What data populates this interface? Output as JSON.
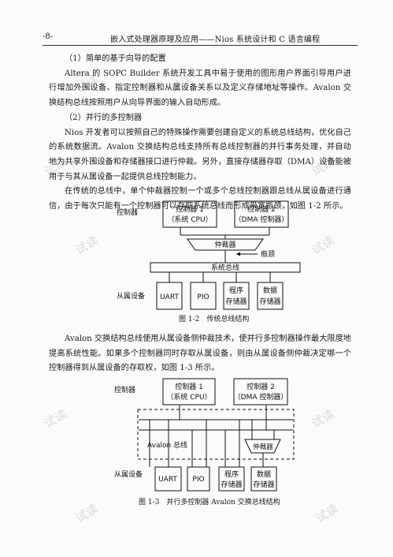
{
  "header": {
    "page_number": "-8-",
    "running_title": "嵌入式处理器原理及应用——Nios 系统设计和 C 语言编程"
  },
  "section1": {
    "paragraphs": [
      "（1）简单的基于向导的配置",
      "Altera 的 SOPC Builder 系统开发工具中易于使用的图形用户界面引导用户进行增加外围设备、指定控制器和从属设备关系以及定义存储地址等操作。Avalon 交换结构总线按照用户从向导界面的输入自动形成。",
      "（2）并行的多控制器",
      "Nios 开发者可以按照自己的特殊操作需要创建自定义的系统总线结构，优化自己的系统数据流。Avalon 交换结构总线支持所有总线控制器的并行事务处理，并自动地为共享外围设备和存储器接口进行仲裁。另外，直接存储器存取（DMA）设备能被用于与其从属设备一起提供总线控制能力。",
      "在传统的总线中，单个仲裁器控制一个或多个总线控制器跟总线从属设备进行通信，由于每次只能有一个控制器可以存取系统总线而形成带宽瓶颈，如图 1-2 所示。"
    ]
  },
  "figure1": {
    "label_controllers": "控制器",
    "ctrl1_line1": "控制器 1",
    "ctrl1_line2": "（系统 CPU）",
    "ctrl2_line1": "控制器 2",
    "ctrl2_line2": "（DMA 控制器）",
    "arbiter": "仲裁器",
    "bottleneck": "瓶颈",
    "system_bus": "系统总线",
    "label_slaves": "从属设备",
    "slave_uart": "UART",
    "slave_pio": "PIO",
    "slave_prog1": "程序",
    "slave_prog2": "存储器",
    "slave_data1": "数据",
    "slave_data2": "存储器",
    "caption": "图 1-2　传统总线结构"
  },
  "section2": {
    "paragraphs": [
      "Avalon 交换结构总线使用从属设备侧仲裁技术，使并行多控制器操作最大限度地提高系统性能。如果多个控制器同时存取从属设备，则由从属设备侧仲裁决定哪一个控制器得到从属设备的存取权，如图 1-3 所示。"
    ]
  },
  "figure2": {
    "label_controllers": "控制器",
    "ctrl1_line1": "控制器 1",
    "ctrl1_line2": "（系统 CPU）",
    "ctrl2_line1": "控制器 2",
    "ctrl2_line2": "（DMA 控制器）",
    "avalon_bus": "Avalon 总线",
    "arbiter": "仲裁器",
    "label_slaves": "从属设备",
    "slave_uart": "UART",
    "slave_pio": "PIO",
    "slave_prog1": "程序",
    "slave_prog2": "存储器",
    "slave_data1": "数据",
    "slave_data2": "存储器",
    "caption": "图 1-3　并行多控制器 Avalon 交换总线结构"
  },
  "watermark": "试读"
}
